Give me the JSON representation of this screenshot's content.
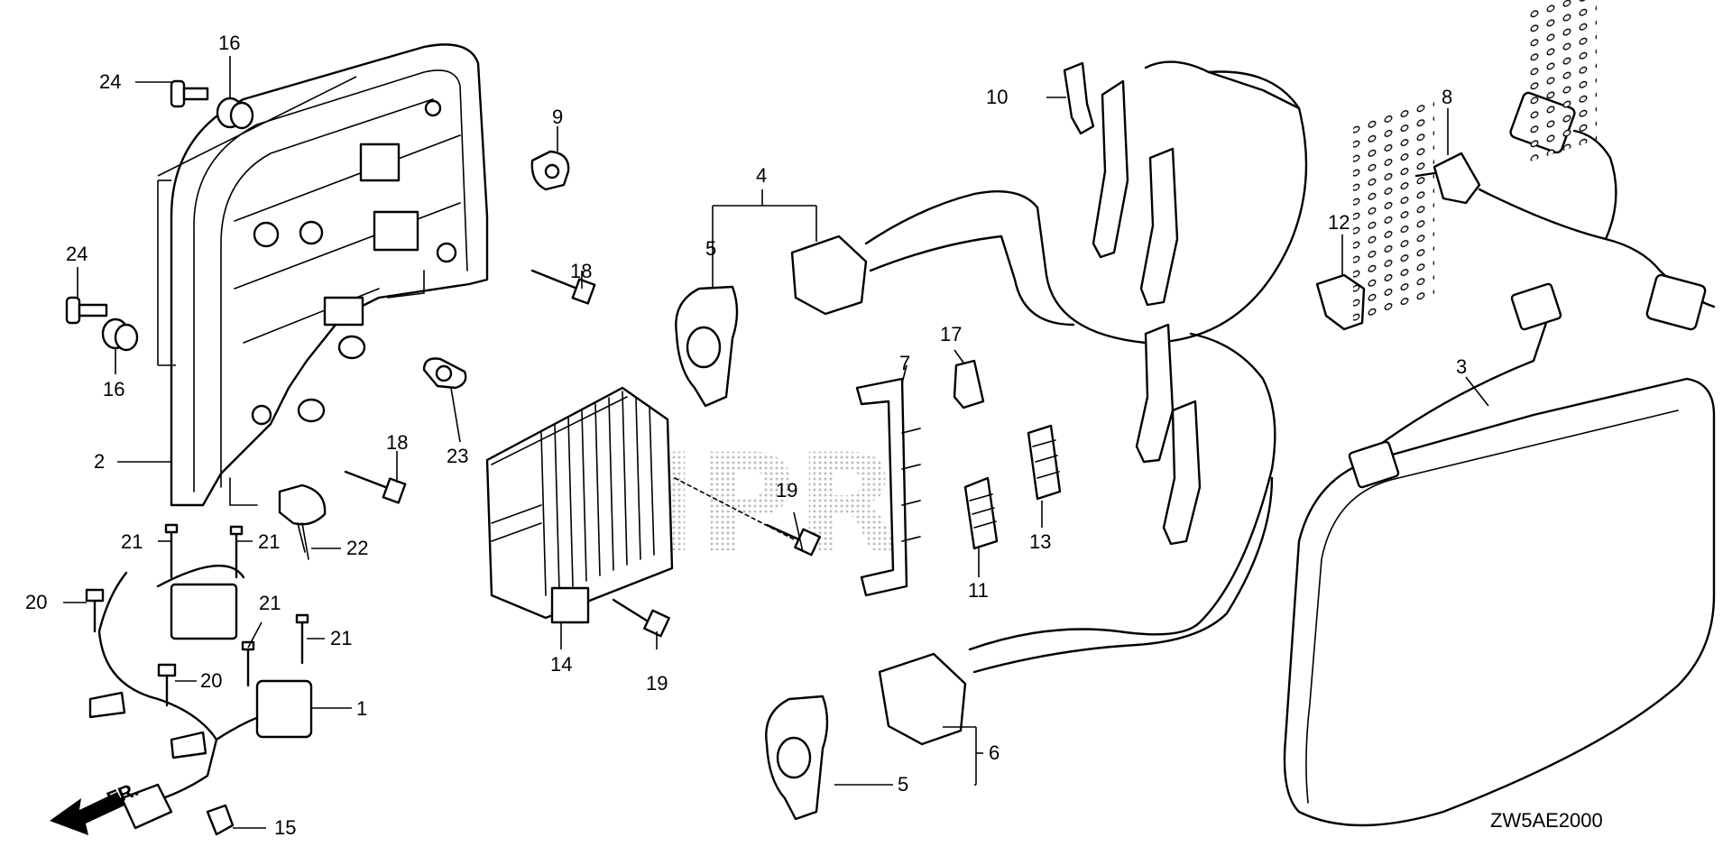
{
  "diagram": {
    "callouts": [
      {
        "id": "c1",
        "label": "1"
      },
      {
        "id": "c2",
        "label": "2"
      },
      {
        "id": "c3",
        "label": "3"
      },
      {
        "id": "c4",
        "label": "4"
      },
      {
        "id": "c5a",
        "label": "5"
      },
      {
        "id": "c5b",
        "label": "5"
      },
      {
        "id": "c6",
        "label": "6"
      },
      {
        "id": "c7",
        "label": "7"
      },
      {
        "id": "c8",
        "label": "8"
      },
      {
        "id": "c9",
        "label": "9"
      },
      {
        "id": "c10",
        "label": "10"
      },
      {
        "id": "c11",
        "label": "11"
      },
      {
        "id": "c12",
        "label": "12"
      },
      {
        "id": "c13",
        "label": "13"
      },
      {
        "id": "c14",
        "label": "14"
      },
      {
        "id": "c15",
        "label": "15"
      },
      {
        "id": "c16a",
        "label": "16"
      },
      {
        "id": "c16b",
        "label": "16"
      },
      {
        "id": "c17",
        "label": "17"
      },
      {
        "id": "c18a",
        "label": "18"
      },
      {
        "id": "c18b",
        "label": "18"
      },
      {
        "id": "c19a",
        "label": "19"
      },
      {
        "id": "c19b",
        "label": "19"
      },
      {
        "id": "c20a",
        "label": "20"
      },
      {
        "id": "c20b",
        "label": "20"
      },
      {
        "id": "c21a",
        "label": "21"
      },
      {
        "id": "c21b",
        "label": "21"
      },
      {
        "id": "c21c",
        "label": "21"
      },
      {
        "id": "c21d",
        "label": "21"
      },
      {
        "id": "c22",
        "label": "22"
      },
      {
        "id": "c23",
        "label": "23"
      },
      {
        "id": "c24a",
        "label": "24"
      },
      {
        "id": "c24b",
        "label": "24"
      }
    ],
    "direction_label": "FR.",
    "drawing_code": "ZW5AE2000",
    "watermark_text": "ENPR"
  }
}
